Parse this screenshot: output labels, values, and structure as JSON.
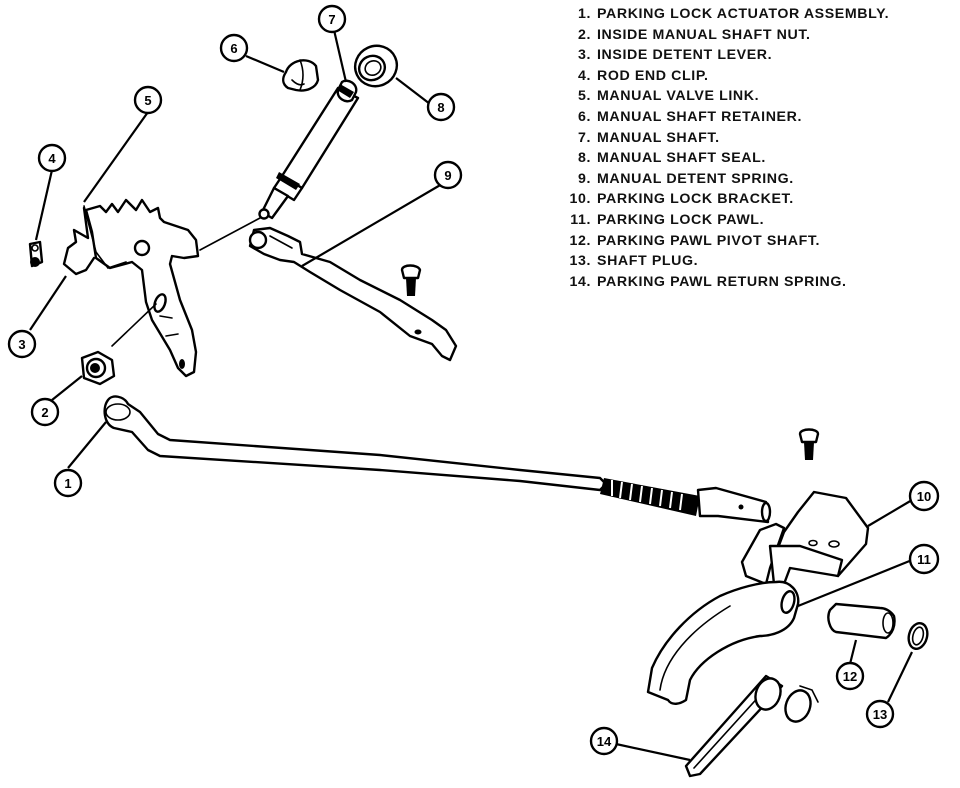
{
  "diagram": {
    "title": "Parking lock and manual shaft components - exploded view",
    "legend": [
      {
        "number": "1.",
        "label": "PARKING LOCK ACTUATOR ASSEMBLY."
      },
      {
        "number": "2.",
        "label": "INSIDE MANUAL SHAFT NUT."
      },
      {
        "number": "3.",
        "label": "INSIDE DETENT LEVER."
      },
      {
        "number": "4.",
        "label": "ROD END CLIP."
      },
      {
        "number": "5.",
        "label": "MANUAL VALVE LINK."
      },
      {
        "number": "6.",
        "label": "MANUAL SHAFT RETAINER."
      },
      {
        "number": "7.",
        "label": "MANUAL SHAFT."
      },
      {
        "number": "8.",
        "label": "MANUAL SHAFT SEAL."
      },
      {
        "number": "9.",
        "label": "MANUAL DETENT SPRING."
      },
      {
        "number": "10.",
        "label": "PARKING LOCK BRACKET."
      },
      {
        "number": "11.",
        "label": "PARKING LOCK PAWL."
      },
      {
        "number": "12.",
        "label": "PARKING PAWL PIVOT SHAFT."
      },
      {
        "number": "13.",
        "label": "SHAFT PLUG."
      },
      {
        "number": "14.",
        "label": "PARKING PAWL RETURN SPRING."
      }
    ],
    "callouts": [
      {
        "id": "1",
        "text": "1",
        "part": "parking-lock-actuator-assembly"
      },
      {
        "id": "2",
        "text": "2",
        "part": "inside-manual-shaft-nut"
      },
      {
        "id": "3",
        "text": "3",
        "part": "inside-detent-lever"
      },
      {
        "id": "4",
        "text": "4",
        "part": "rod-end-clip"
      },
      {
        "id": "5",
        "text": "5",
        "part": "manual-valve-link"
      },
      {
        "id": "6",
        "text": "6",
        "part": "manual-shaft-retainer"
      },
      {
        "id": "7",
        "text": "7",
        "part": "manual-shaft"
      },
      {
        "id": "8",
        "text": "8",
        "part": "manual-shaft-seal"
      },
      {
        "id": "9",
        "text": "9",
        "part": "manual-detent-spring"
      },
      {
        "id": "10",
        "text": "10",
        "part": "parking-lock-bracket"
      },
      {
        "id": "11",
        "text": "11",
        "part": "parking-lock-pawl"
      },
      {
        "id": "12",
        "text": "12",
        "part": "parking-pawl-pivot-shaft"
      },
      {
        "id": "13",
        "text": "13",
        "part": "shaft-plug"
      },
      {
        "id": "14",
        "text": "14",
        "part": "parking-pawl-return-spring"
      }
    ]
  }
}
